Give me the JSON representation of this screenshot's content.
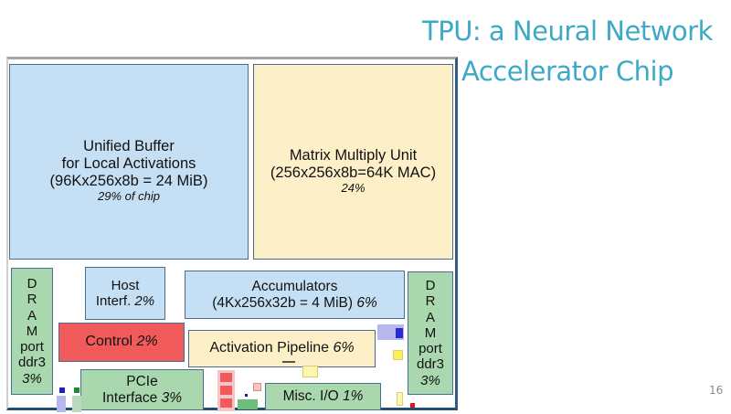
{
  "slide": {
    "title_line1": "TPU: a Neural Network",
    "title_line2": "Accelerator Chip",
    "page_number": "16"
  },
  "colors": {
    "title": "#3ea9c6",
    "buffer_blue": "#c5e0f4",
    "matrix_beige": "#fdf0c9",
    "io_green": "#a9d8ae",
    "control_red": "#f05a5a"
  },
  "blocks": {
    "unified_buffer": {
      "line1": "Unified Buffer",
      "line2": "for Local Activations",
      "line3": "(96Kx256x8b = 24 MiB)",
      "pct": "29% of chip"
    },
    "matrix_multiply": {
      "line1": "Matrix Multiply Unit",
      "line2": "(256x256x8b=64K MAC)",
      "pct": "24%"
    },
    "dram_left": {
      "letters": [
        "D",
        "R",
        "A",
        "M"
      ],
      "line1": "port",
      "line2": "ddr3",
      "pct": "3%"
    },
    "dram_right": {
      "letters": [
        "D",
        "R",
        "A",
        "M"
      ],
      "line1": "port",
      "line2": "ddr3",
      "pct": "3%"
    },
    "host_interface": {
      "line1": "Host",
      "line2": "Interf.",
      "pct": "2%"
    },
    "accumulators": {
      "line1": "Accumulators",
      "line2": "(4Kx256x32b = 4 MiB)",
      "pct": "6%"
    },
    "control": {
      "label": "Control",
      "pct": "2%"
    },
    "activation_pipeline": {
      "label": "Activation Pipeline",
      "pct": "6%"
    },
    "pcie": {
      "line1": "PCIe",
      "line2": "Interface",
      "pct": "3%"
    },
    "misc_io": {
      "label": "Misc. I/O",
      "pct": "1%"
    }
  }
}
